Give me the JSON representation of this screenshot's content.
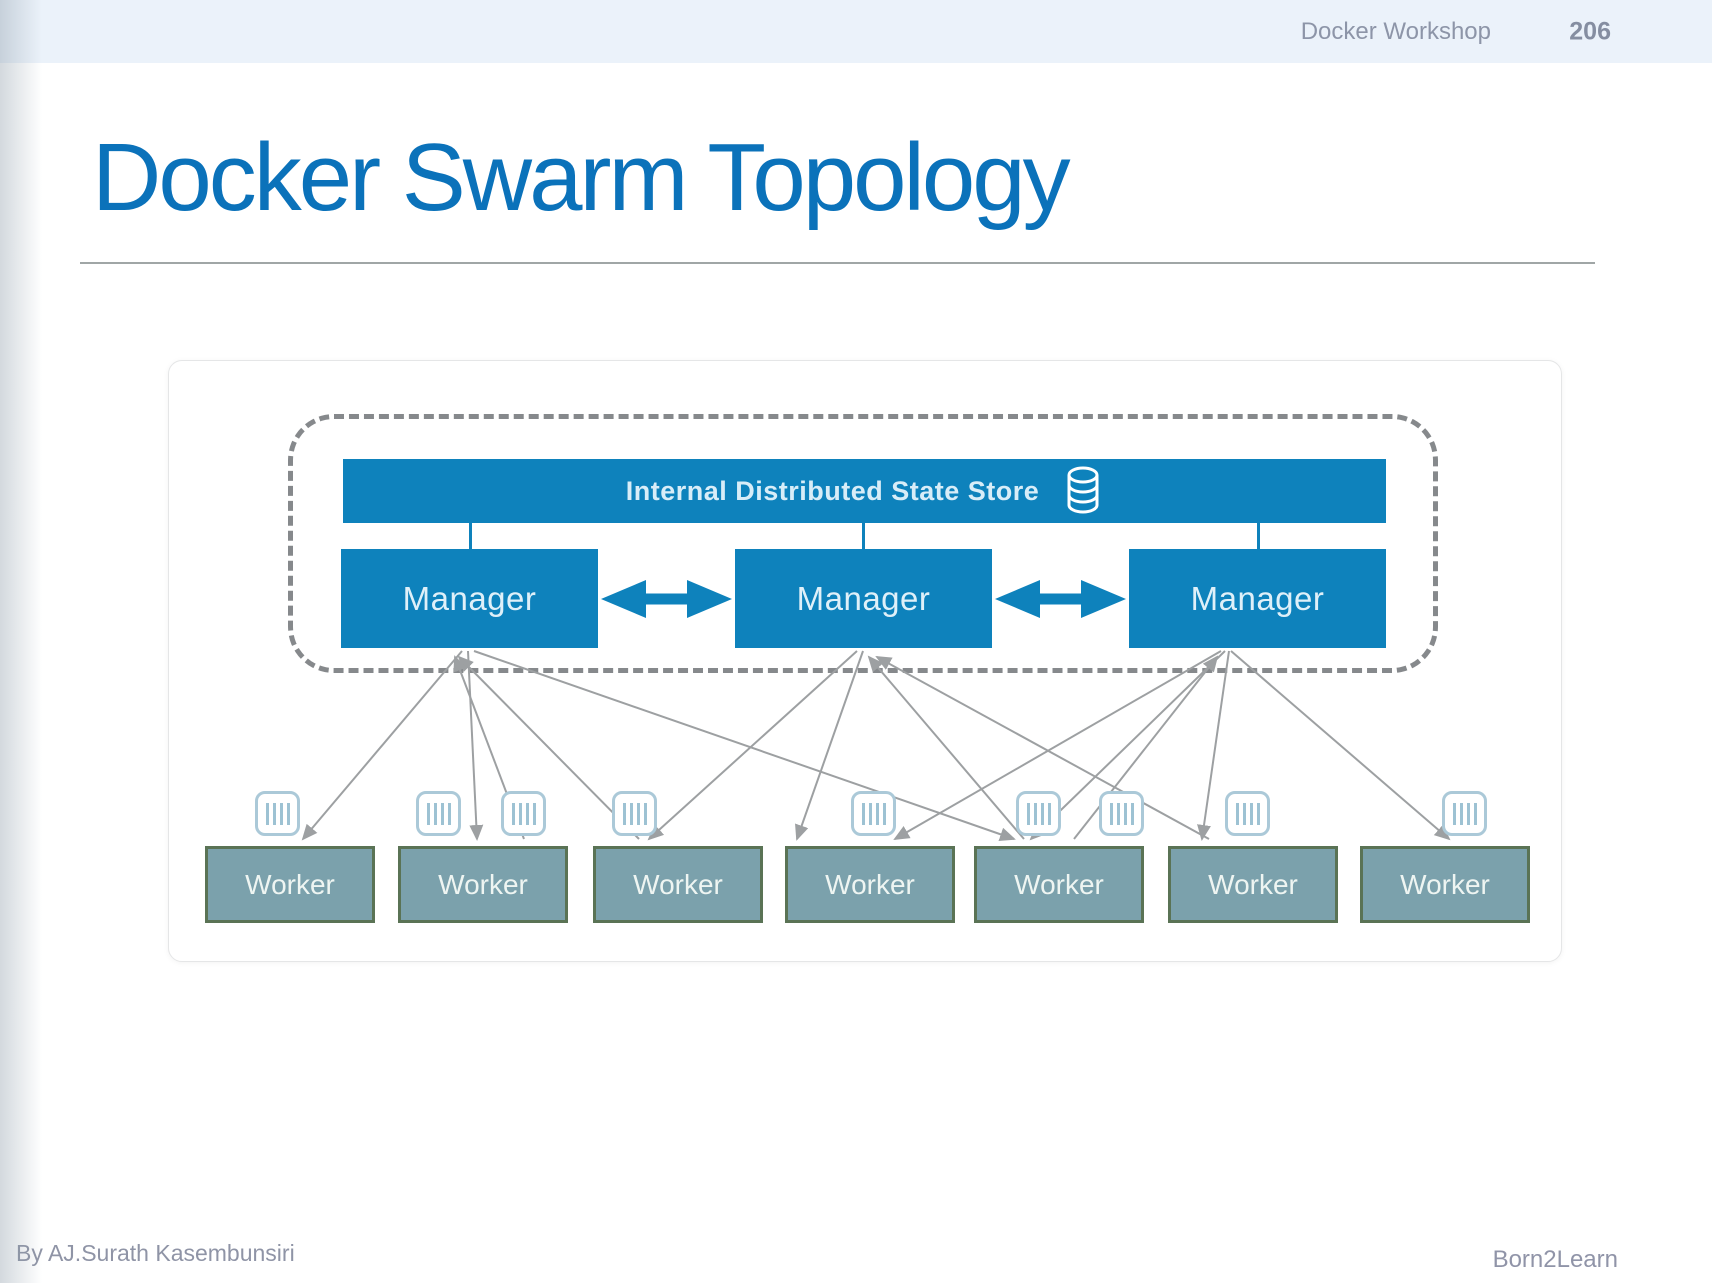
{
  "header": {
    "title": "Docker Workshop",
    "page": "206"
  },
  "slide": {
    "title": "Docker Swarm Topology"
  },
  "diagram": {
    "store": {
      "label": "Internal Distributed State Store",
      "icon": "database-icon"
    },
    "managers": [
      {
        "label": "Manager"
      },
      {
        "label": "Manager"
      },
      {
        "label": "Manager"
      }
    ],
    "workers": [
      {
        "label": "Worker"
      },
      {
        "label": "Worker"
      },
      {
        "label": "Worker"
      },
      {
        "label": "Worker"
      },
      {
        "label": "Worker"
      },
      {
        "label": "Worker"
      },
      {
        "label": "Worker"
      }
    ],
    "worker_icon": "container-task-icon",
    "colors": {
      "primary_blue": "#0e82bc",
      "worker_fill": "#7ba1ac",
      "worker_border": "#5a7355",
      "arrow_gray": "#9da0a2",
      "dashed_border": "#86898c"
    }
  },
  "footer": {
    "author": "By AJ.Surath Kasembunsiri",
    "brand": "Born2Learn"
  }
}
